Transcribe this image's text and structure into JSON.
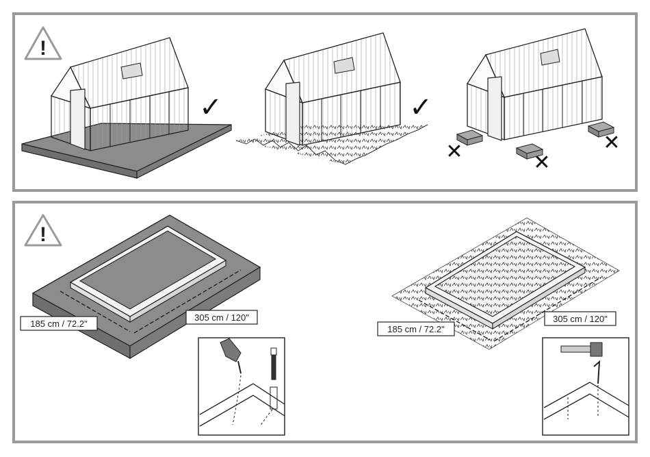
{
  "panels": {
    "top": {
      "warning_symbol": "!",
      "scenes": [
        {
          "name": "greenhouse on concrete slab",
          "verdict_symbol": "✓"
        },
        {
          "name": "greenhouse on ground",
          "verdict_symbol": "✓"
        },
        {
          "name": "greenhouse on blocks",
          "verdict_symbols": [
            "✕",
            "✕",
            "✕"
          ]
        }
      ]
    },
    "bottom": {
      "warning_symbol": "!",
      "left": {
        "width_label": "185 cm / 72.2\"",
        "length_label": "305 cm / 120\""
      },
      "right": {
        "width_label": "185 cm / 72.2\"",
        "length_label": "305 cm / 120\""
      }
    }
  },
  "colors": {
    "panel_border": "#9a9a9a",
    "slab": "#8c8c8c",
    "slab_dark": "#6f6f6f",
    "line": "#222222",
    "frame_fill": "#f4f4f4"
  }
}
